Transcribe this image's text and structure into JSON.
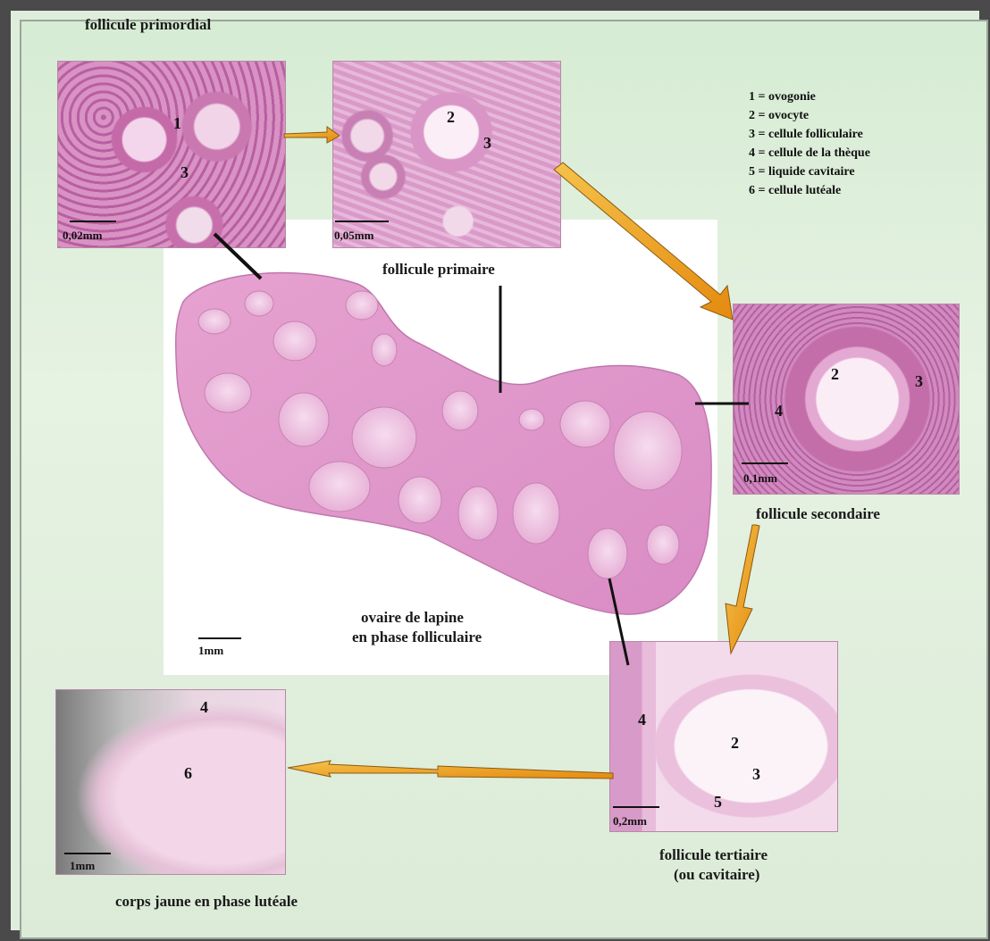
{
  "captions": {
    "primordial": "follicule primordial",
    "primaire": "follicule primaire",
    "secondaire": "follicule secondaire",
    "tertiaire_line1": "follicule tertiaire",
    "tertiaire_line2": "(ou cavitaire)",
    "ovaire_line1": "ovaire de lapine",
    "ovaire_line2": "en phase folliculaire",
    "corps_jaune": "corps jaune en phase lutéale"
  },
  "legend": [
    "1 = ovogonie",
    "2 = ovocyte",
    "3 = cellule folliculaire",
    "4 = cellule de la thèque",
    "5 = liquide cavitaire",
    "6 = cellule lutéale"
  ],
  "scales": {
    "primordial": "0,02mm",
    "primaire": "0,05mm",
    "secondaire": "0,1mm",
    "tertiaire": "0,2mm",
    "ovaire": "1mm",
    "corps_jaune": "1mm"
  },
  "labels": {
    "primordial": [
      "1",
      "3"
    ],
    "primaire": [
      "2",
      "3"
    ],
    "secondaire": [
      "2",
      "3",
      "4"
    ],
    "tertiaire": [
      "4",
      "2",
      "3",
      "5"
    ],
    "corps_jaune": [
      "4",
      "6"
    ]
  },
  "colors": {
    "tissue_pink": "#e7a9d4",
    "tissue_deep": "#cf78b4",
    "arrow_orange": "#f0a020",
    "background_green": "#dcebd8"
  }
}
